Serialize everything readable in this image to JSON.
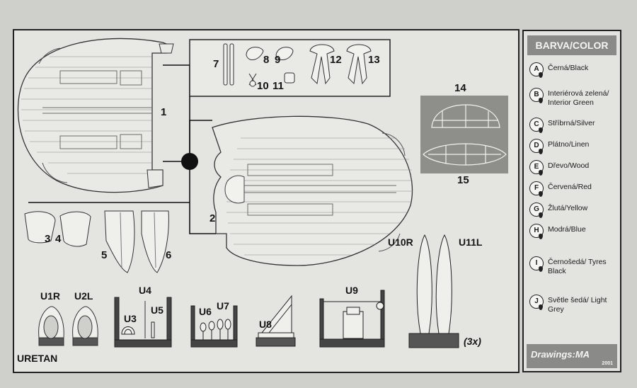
{
  "parts": {
    "p1": "1",
    "p2": "2",
    "p3": "3",
    "p4": "4",
    "p5": "5",
    "p6": "6",
    "p7": "7",
    "p8": "8",
    "p9": "9",
    "p10": "10",
    "p11": "11",
    "p12": "12",
    "p13": "13",
    "p14": "14",
    "p15": "15"
  },
  "units": {
    "u1r": "U1R",
    "u2l": "U2L",
    "u3": "U3",
    "u4": "U4",
    "u5": "U5",
    "u6": "U6",
    "u7": "U7",
    "u8": "U8",
    "u9": "U9",
    "u10r": "U10R",
    "u11l": "U11L",
    "qty": "(3x)"
  },
  "material": "URETAN",
  "legend": {
    "title": "BARVA/COLOR",
    "colors": [
      {
        "letter": "A",
        "name": "Černá/Black"
      },
      {
        "letter": "B",
        "name": "Interiérová zelená/ Interior Green"
      },
      {
        "letter": "C",
        "name": "Stříbrná/Silver"
      },
      {
        "letter": "D",
        "name": "Plátno/Linen"
      },
      {
        "letter": "E",
        "name": "Dřevo/Wood"
      },
      {
        "letter": "F",
        "name": "Červená/Red"
      },
      {
        "letter": "G",
        "name": "Žlutá/Yellow"
      },
      {
        "letter": "H",
        "name": "Modrá/Blue"
      },
      {
        "letter": "I",
        "name": "Černošedá/ Tyres Black"
      },
      {
        "letter": "J",
        "name": "Světle šedá/ Light Grey"
      }
    ],
    "footer": "Drawings:MA",
    "year": "2001"
  }
}
